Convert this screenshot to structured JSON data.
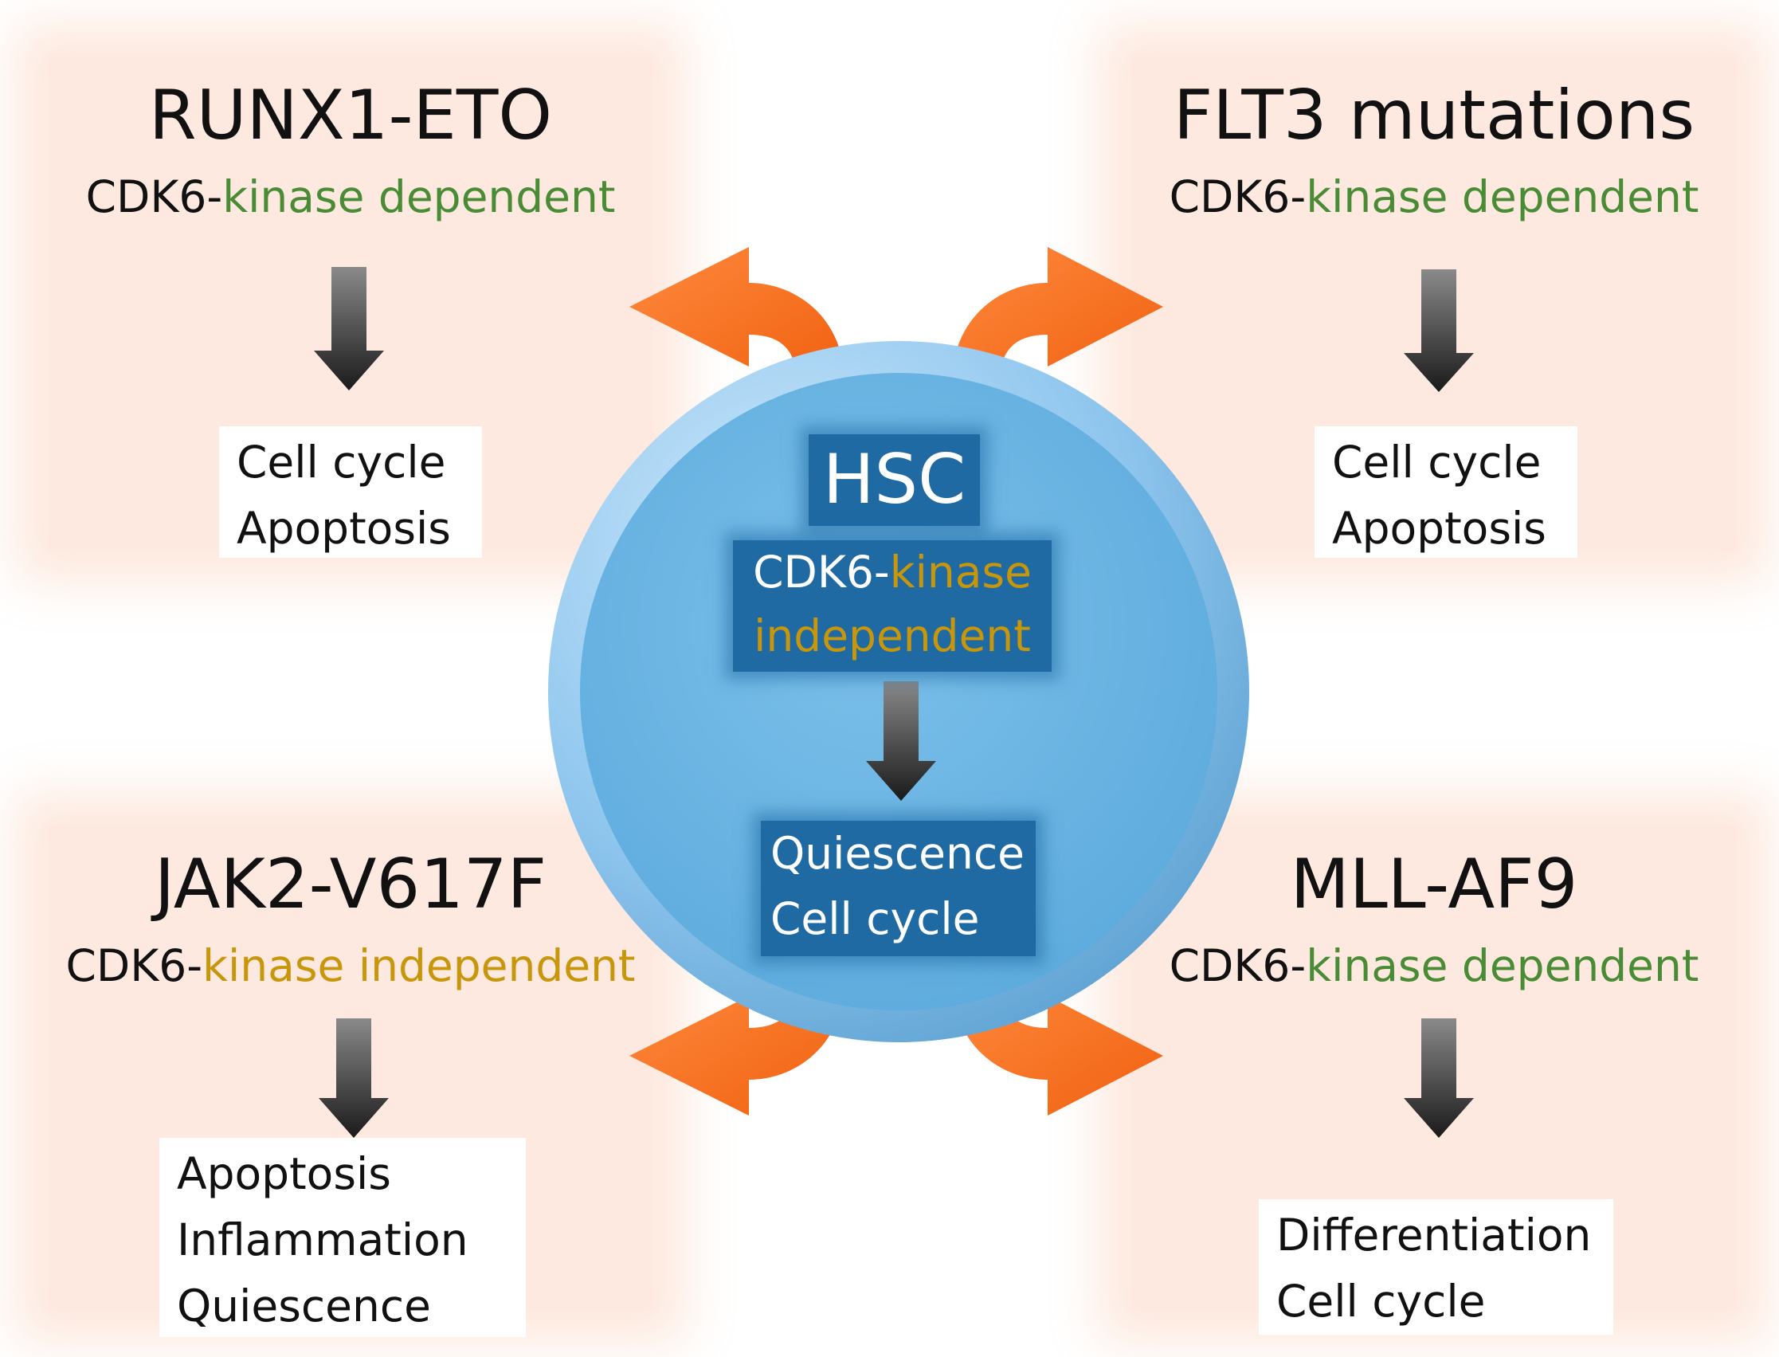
{
  "center": {
    "title": "HSC",
    "prefix": "CDK6-",
    "kinase": "kinase",
    "independent": "independent",
    "outcomes": [
      "Quiescence",
      "Cell cycle"
    ]
  },
  "quadrants": {
    "tl": {
      "title": "RUNX1-ETO",
      "prefix": "CDK6-",
      "dependency": "kinase dependent",
      "outcomes": [
        "Cell cycle",
        "Apoptosis"
      ]
    },
    "tr": {
      "title": "FLT3 mutations",
      "prefix": "CDK6-",
      "dependency": "kinase dependent",
      "outcomes": [
        "Cell cycle",
        "Apoptosis"
      ]
    },
    "bl": {
      "title": "JAK2-V617F",
      "prefix": "CDK6-",
      "dependency": "kinase independent",
      "outcomes": [
        "Apoptosis",
        "Inflammation",
        "Quiescence"
      ]
    },
    "br": {
      "title": "MLL-AF9",
      "prefix": "CDK6-",
      "dependency": "kinase dependent",
      "outcomes": [
        "Differentiation",
        "Cell cycle"
      ]
    }
  },
  "colors": {
    "kinase_dependent": "#4a8c35",
    "kinase_independent": "#c8960a",
    "arrow_orange": "#f4721e",
    "cell_blue": "#5aaee0",
    "box_blue": "#1f6aa3",
    "panel_peach": "#fde9df"
  },
  "icons": {
    "down_arrow": "down-arrow-icon",
    "curved_arrow": "curved-arrow-icon"
  }
}
